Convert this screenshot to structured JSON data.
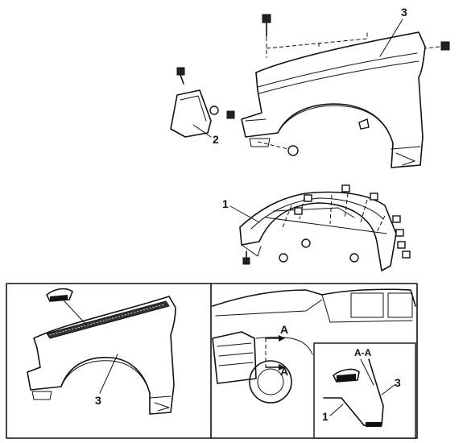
{
  "diagram": {
    "callouts": {
      "fender_top": "3",
      "corner_lamp": "2",
      "liner": "1",
      "fender_inset_left": "3",
      "liner_section": "1",
      "fender_section": "3"
    },
    "section_arrows": {
      "upper": "A",
      "lower": "A"
    },
    "section_title": "A-A"
  }
}
